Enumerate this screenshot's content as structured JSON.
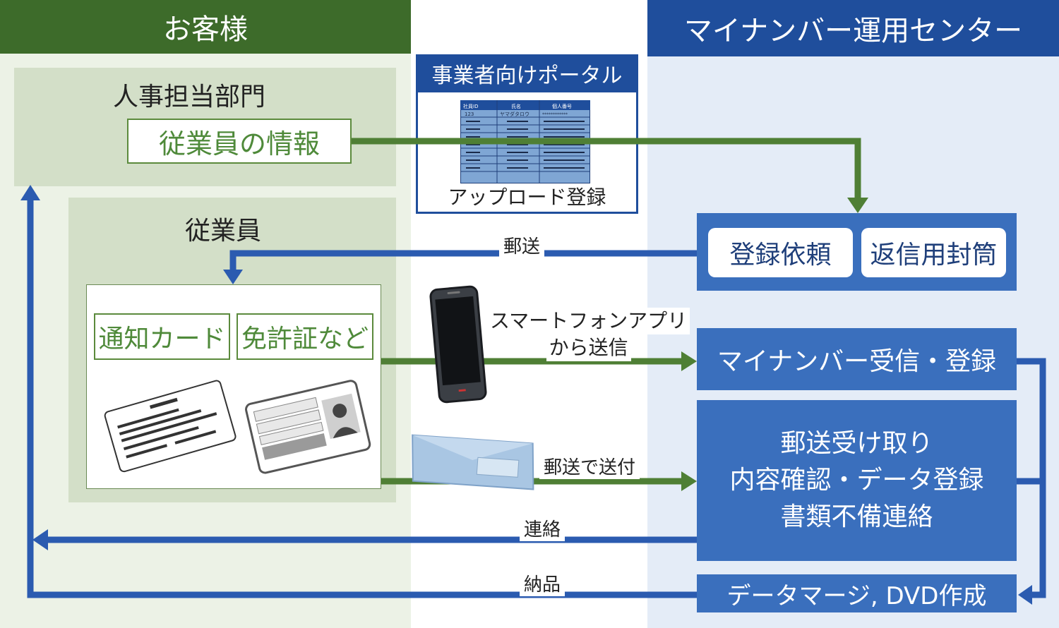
{
  "customer": {
    "title": "お客様",
    "hr_dept": "人事担当部門",
    "employee_info": "従業員の情報",
    "employees": "従業員",
    "card1": "通知カード",
    "card2": "免許証など"
  },
  "portal": {
    "title": "事業者向けポータル",
    "upload": "アップロード登録",
    "table_headers": [
      "社員ID",
      "氏名",
      "個人番号"
    ],
    "table_row1": [
      "123",
      "ヤマダタロウ",
      "************"
    ]
  },
  "center": {
    "title": "マイナンバー運用センター",
    "request": "登録依頼",
    "envelope": "返信用封筒",
    "receive_register": "マイナンバー受信・登録",
    "mail_lines": [
      "郵送受け取り",
      "内容確認・データ登録",
      "書類不備連絡"
    ],
    "merge": "データマージ, DVD作成"
  },
  "arrows": {
    "mail": "郵送",
    "app_line1": "スマートフォンアプリ",
    "app_line2": "から送信",
    "send_by_mail": "郵送で送付",
    "contact": "連絡",
    "deliver": "納品"
  },
  "colors": {
    "customer_header": "#3d6b2a",
    "center_header": "#1f4e9c",
    "green_arrow": "#4f7f35",
    "blue_arrow": "#2b5bb0",
    "blue_box": "#3a6fbd"
  }
}
